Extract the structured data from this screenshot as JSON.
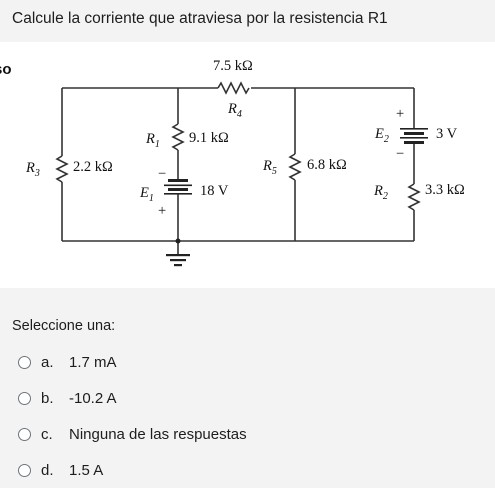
{
  "question": {
    "text": "Calcule la corriente que atraviesa por la resistencia R1",
    "clipped_label": "so"
  },
  "circuit": {
    "R4": {
      "name": "R",
      "sub": "4",
      "value": "7.5 kΩ"
    },
    "R1": {
      "name": "R",
      "sub": "1",
      "value": "9.1 kΩ"
    },
    "R3": {
      "name": "R",
      "sub": "3",
      "value": "2.2 kΩ"
    },
    "R5": {
      "name": "R",
      "sub": "5",
      "value": "6.8 kΩ"
    },
    "R2": {
      "name": "R",
      "sub": "2",
      "value": "3.3 kΩ"
    },
    "E1": {
      "name": "E",
      "sub": "1",
      "value": "18 V",
      "minus": "−",
      "plus": "+"
    },
    "E2": {
      "name": "E",
      "sub": "2",
      "value": "3 V",
      "minus": "−",
      "plus": "+"
    }
  },
  "prompt": "Seleccione una:",
  "options": [
    {
      "letter": "a.",
      "text": "1.7 mA"
    },
    {
      "letter": "b.",
      "text": "-10.2 A"
    },
    {
      "letter": "c.",
      "text": "Ninguna de las respuestas"
    },
    {
      "letter": "d.",
      "text": "1.5 A"
    }
  ],
  "colors": {
    "background": "#f3f3f3",
    "figure_bg": "#ffffff",
    "wire": "#333333"
  }
}
